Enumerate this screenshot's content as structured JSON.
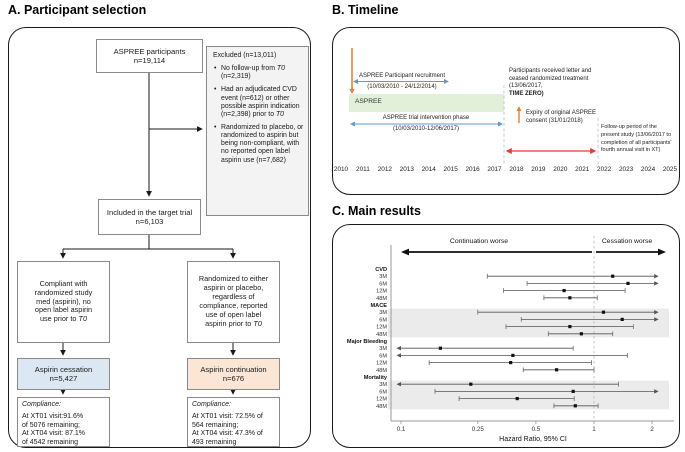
{
  "panel_a": {
    "title": "A. Participant selection",
    "top_box": "ASPREE participants\nn=19,114",
    "excluded": {
      "title": "Excluded (n=13,011)",
      "b1_pre": "No follow-up from ",
      "b1_t0": "T0",
      "b1_post": " (n=2,319)",
      "b2_pre": "Had an adjudicated CVD event (n=612) or other possible aspirin indication (n=2,398) prior to ",
      "b2_t0": "T0",
      "b3": "Randomized to placebo, or randomized to aspirin but being non-compliant, with no reported open label aspirin use (n=7,682)"
    },
    "included_box": "Included in the target trial\nn=6,103",
    "left_branch_pre": "Compliant with\nrandomized study\nmed (aspirin), no\nopen label aspirin\nuse prior to ",
    "left_branch_t0": "T0",
    "right_branch_pre": "Randomized to either\naspirin or placebo,\nregardless of\ncompliance, reported\nuse of open label\naspirin prior to ",
    "right_branch_t0": "T0",
    "cessation_box": "Aspirin cessation\nn=5,427",
    "continuation_box": "Aspirin continuation\nn=676",
    "compliance_left": {
      "heading": "Compliance:",
      "body": "At XT01 visit:91.6%\nof 5076 remaining;\nAt XT04 visit: 87.1%\nof 4542 remaining"
    },
    "compliance_right": {
      "heading": "Compliance:",
      "body": "At XT01 visit: 72.5% of\n564 remaining;\nAt XT04 visit: 47.3% of\n493 remaining"
    }
  },
  "panel_b": {
    "title": "B. Timeline",
    "recruitment_label": "ASPREE Participant recruitment",
    "recruitment_dates": "(10/03/2010 - 24/12/2014)",
    "aspree_bar_label": "ASPREE",
    "intervention_label": "ASPREE trial intervention phase",
    "intervention_dates": "(10/03/2010-12/06/2017)",
    "letter_line1": "Participants received letter and",
    "letter_line2": "ceased randomized treatment",
    "letter_date_normal": "(13/06/2017,",
    "letter_date_bold": "TIME ZERO)",
    "expiry_label": "Expiry of original ASPREE\nconsent (31/01/2018)",
    "followup_label": "Follow-up period of the\npresent study (13/06/2017 to\ncompletion of all participants'\nfourth annual visit in XT)",
    "years": [
      "2010",
      "2011",
      "2012",
      "2013",
      "2014",
      "2015",
      "2016",
      "2017",
      "2018",
      "2019",
      "2020",
      "2021",
      "2022",
      "2023",
      "2024",
      "2025"
    ],
    "colors": {
      "blue": "#5b9bd5",
      "orange": "#ed7d31",
      "green": "#e2efd9",
      "red": "#e8392e"
    }
  },
  "panel_c": {
    "title": "C. Main results"
  },
  "chart_data": {
    "type": "forest",
    "xlabel": "Hazard Ratio, 95% CI",
    "x_scale": "log",
    "x_ticks": [
      0.1,
      0.25,
      0.5,
      1,
      2
    ],
    "xlim": [
      0.08,
      2.3
    ],
    "reference_line": 1,
    "left_header": "Continuation worse",
    "right_header": "Cessation worse",
    "groups": [
      {
        "name": "CVD",
        "shaded": false,
        "rows": [
          {
            "label": "3M",
            "hr": 1.25,
            "lo": 0.28,
            "hi": 2.05,
            "hi_arrow": true
          },
          {
            "label": "6M",
            "hr": 1.5,
            "lo": 0.45,
            "hi": 2.05,
            "hi_arrow": true
          },
          {
            "label": "12M",
            "hr": 0.7,
            "lo": 0.34,
            "hi": 1.45
          },
          {
            "label": "48M",
            "hr": 0.75,
            "lo": 0.55,
            "hi": 1.04
          }
        ]
      },
      {
        "name": "MACE",
        "shaded": true,
        "rows": [
          {
            "label": "3M",
            "hr": 1.12,
            "lo": 0.25,
            "hi": 2.05,
            "hi_arrow": true
          },
          {
            "label": "6M",
            "hr": 1.4,
            "lo": 0.42,
            "hi": 2.05,
            "hi_arrow": true
          },
          {
            "label": "12M",
            "hr": 0.75,
            "lo": 0.35,
            "hi": 1.6
          },
          {
            "label": "48M",
            "hr": 0.86,
            "lo": 0.58,
            "hi": 1.25
          }
        ]
      },
      {
        "name": "Major Bleeding",
        "shaded": false,
        "rows": [
          {
            "label": "3M",
            "hr": 0.16,
            "lo": 0.1,
            "hi": 0.78,
            "lo_arrow": true
          },
          {
            "label": "6M",
            "hr": 0.38,
            "lo": 0.1,
            "hi": 1.49,
            "lo_arrow": true
          },
          {
            "label": "12M",
            "hr": 0.37,
            "lo": 0.14,
            "hi": 0.97
          },
          {
            "label": "48M",
            "hr": 0.64,
            "lo": 0.43,
            "hi": 1.0
          }
        ]
      },
      {
        "name": "Mortality",
        "shaded": true,
        "rows": [
          {
            "label": "3M",
            "hr": 0.23,
            "lo": 0.1,
            "hi": 1.34,
            "lo_arrow": true
          },
          {
            "label": "6M",
            "hr": 0.78,
            "lo": 0.15,
            "hi": 2.05,
            "hi_arrow": true
          },
          {
            "label": "12M",
            "hr": 0.4,
            "lo": 0.2,
            "hi": 0.79
          },
          {
            "label": "48M",
            "hr": 0.8,
            "lo": 0.62,
            "hi": 1.05
          }
        ]
      }
    ]
  }
}
